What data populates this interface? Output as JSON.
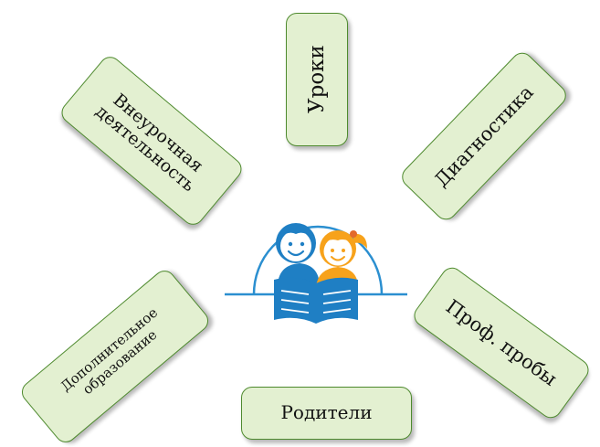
{
  "diagram": {
    "boxes": [
      {
        "id": "lessons",
        "label": "Уроки"
      },
      {
        "id": "extracurricular",
        "label": "Внеурочная деятельность"
      },
      {
        "id": "diagnostics",
        "label": "Диагностика"
      },
      {
        "id": "additional-education",
        "label": "Дополнительное образование"
      },
      {
        "id": "prof-trials",
        "label": "Проф. пробы"
      },
      {
        "id": "parents",
        "label": "Родители"
      }
    ],
    "center_logo": "children-reading-book-logo"
  },
  "colors": {
    "box_fill": "#e3f0d1",
    "box_border": "#4e8a2e",
    "logo_blue": "#1f7fc4",
    "logo_orange": "#f7a21b"
  }
}
